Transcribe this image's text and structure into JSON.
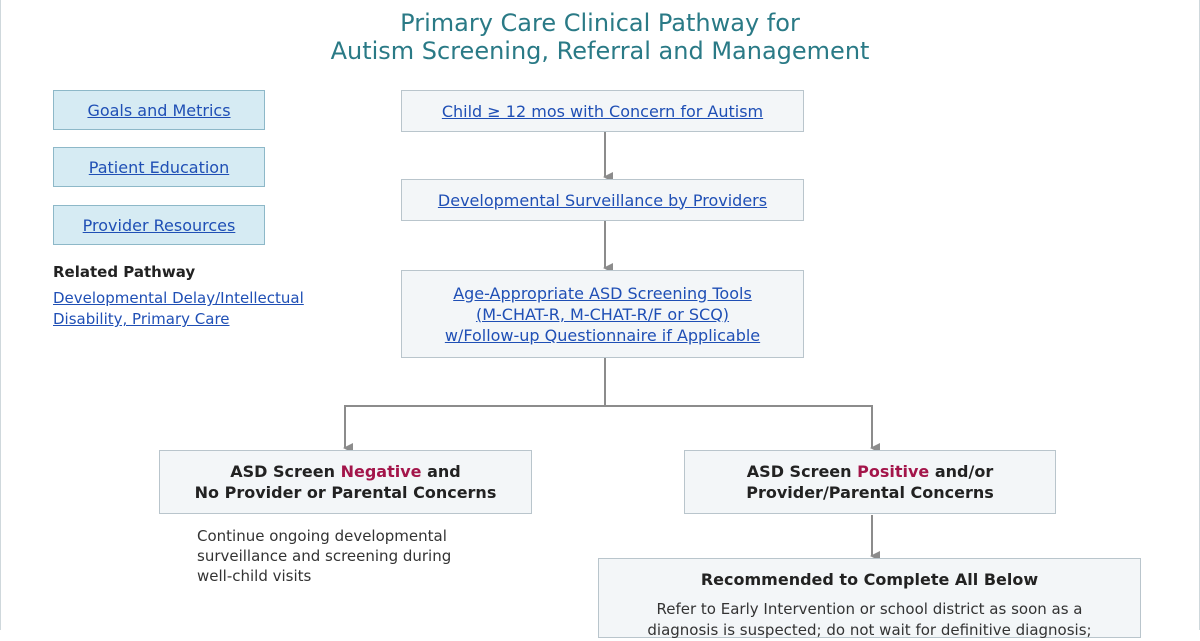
{
  "title": {
    "line1": "Primary Care Clinical Pathway for",
    "line2": "Autism Screening, Referral and Management"
  },
  "sidebar": {
    "buttons": [
      {
        "label": "Goals and Metrics"
      },
      {
        "label": "Patient Education"
      },
      {
        "label": "Provider Resources"
      }
    ],
    "related_heading": "Related Pathway",
    "related_link_line1": "Developmental Delay/Intellectual",
    "related_link_line2": "Disability, Primary Care"
  },
  "flow": {
    "step1": "Child ≥ 12 mos with Concern for Autism",
    "step2": "Developmental Surveillance by Providers",
    "step3": {
      "line1": "Age-Appropriate ASD Screening Tools",
      "line2": "(M-CHAT-R, M-CHAT-R/F or SCQ)",
      "line3": "w/Follow-up Questionnaire if Applicable"
    },
    "negative": {
      "prefix": "ASD Screen ",
      "highlight": "Negative",
      "suffix": " and",
      "line2": "No Provider or Parental Concerns",
      "note_line1": "Continue ongoing developmental",
      "note_line2": "surveillance and screening during",
      "note_line3": "well-child visits"
    },
    "positive": {
      "prefix": "ASD Screen ",
      "highlight": "Positive",
      "suffix": " and/or",
      "line2": "Provider/Parental Concerns"
    },
    "recommended": {
      "title": "Recommended to Complete All Below",
      "line1": "Refer to Early Intervention or school district as soon as a",
      "line2": "diagnosis is suspected; do not wait for definitive diagnosis;"
    }
  },
  "colors": {
    "title": "#2a7a86",
    "link": "#1f4fb5",
    "highlight": "#a3154a",
    "sidebar_fill": "#d6ebf3",
    "box_fill": "#f3f6f8",
    "connector": "#8c8c8c"
  }
}
